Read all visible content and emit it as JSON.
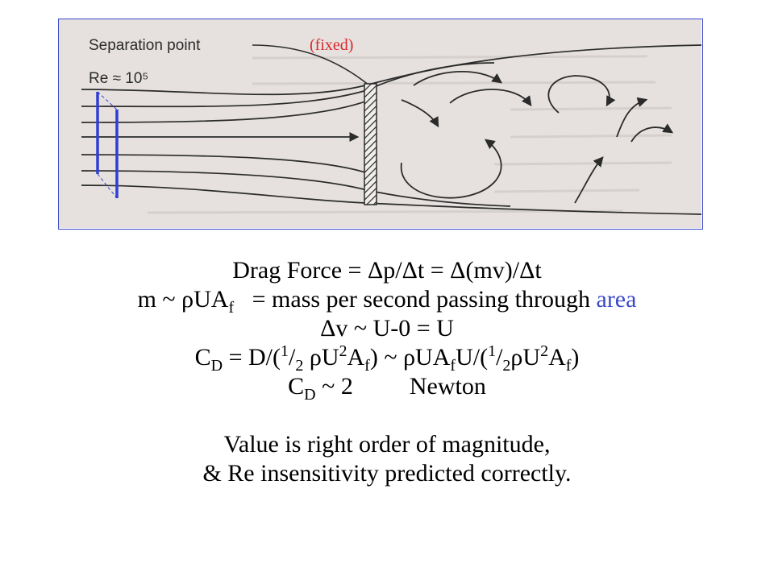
{
  "figure": {
    "separation_label": "Separation point",
    "reynolds_label": "Re ≈ 10⁵",
    "fixed_label": "(fixed)",
    "colors": {
      "frame": "#3a49c9",
      "fixed_label": "#d9282b",
      "paper": "#e6e1df",
      "ink": "#2b2b2b",
      "control_lines": "#2f3fd1"
    }
  },
  "equations": {
    "drag": {
      "prefix": "Drag Force = ",
      "delta1": "Δ",
      "p_over": "p/",
      "delta2": "Δ",
      "t_eq": "t = ",
      "delta3": "Δ",
      "mv": "(mv)/",
      "delta4": "Δ",
      "t_end": "t"
    },
    "mass": {
      "m_sim": "m ~ ",
      "rho": "ρ",
      "UA": "UA",
      "f": "f",
      "desc": "   = mass per second passing through ",
      "area": "area"
    },
    "dv": {
      "delta": "Δ",
      "text": "v ~ U-0 = U"
    },
    "cd": {
      "C": "C",
      "D": "D",
      "eq": " = D/(",
      "one1": "1",
      "slash1": "/",
      "two1": "2",
      "rho1": " ρ",
      "U1": "U",
      "sq1": "2",
      "A1": "A",
      "f1": "f",
      "mid": ") ~ ",
      "rho2": "ρ",
      "UA2": "UA",
      "f2": "f",
      "U2": "U/(",
      "one2": "1",
      "slash2": "/",
      "two2": "2",
      "rho3": "ρ",
      "U3": "U",
      "sq2": "2",
      "A3": "A",
      "f3": "f",
      "close": ")"
    },
    "cd_value": {
      "C": "C",
      "D": "D",
      "text": " ~ 2",
      "newton": "Newton"
    },
    "conclusion1": "Value is right order of magnitude,",
    "conclusion2": "& Re insensitivity predicted correctly."
  }
}
